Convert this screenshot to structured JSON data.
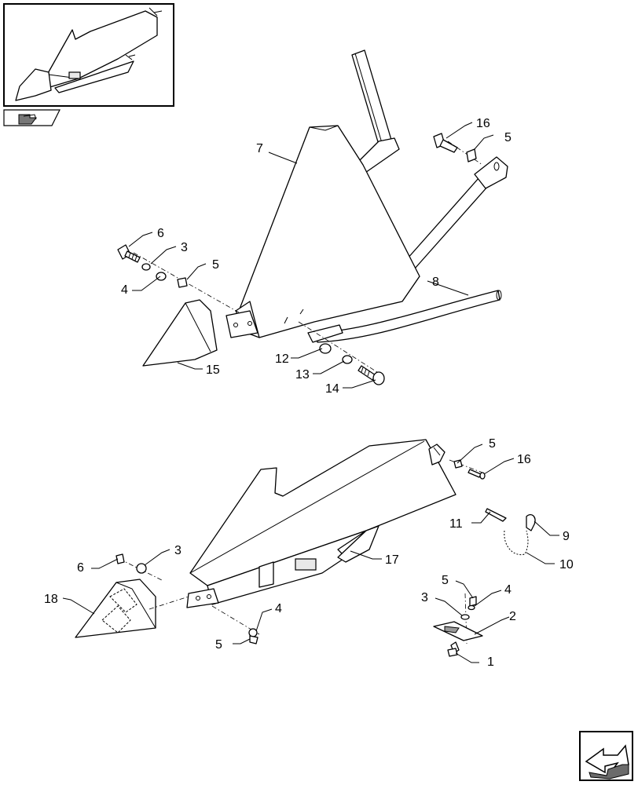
{
  "diagram": {
    "callouts": {
      "c_top_16": "16",
      "c_top_5": "5",
      "c_top_7": "7",
      "c_top_6": "6",
      "c_top_3": "3",
      "c_top_5b": "5",
      "c_top_4": "4",
      "c_top_8": "8",
      "c_top_12": "12",
      "c_top_13": "13",
      "c_top_14": "14",
      "c_top_15": "15",
      "c_bot_5": "5",
      "c_bot_16": "16",
      "c_bot_11": "11",
      "c_bot_9": "9",
      "c_bot_10": "10",
      "c_bot_6": "6",
      "c_bot_3": "3",
      "c_bot_17": "17",
      "c_bot_18": "18",
      "c_bot_4": "4",
      "c_bot_5b": "5",
      "c_bot_5c": "5",
      "c_bot_4b": "4",
      "c_bot_3b": "3",
      "c_bot_2": "2",
      "c_bot_1": "1"
    }
  },
  "icons": {
    "thumbnail": "divider-thumbnail-icon",
    "book": "book-reference-icon",
    "next": "next-page-arrow-icon"
  }
}
